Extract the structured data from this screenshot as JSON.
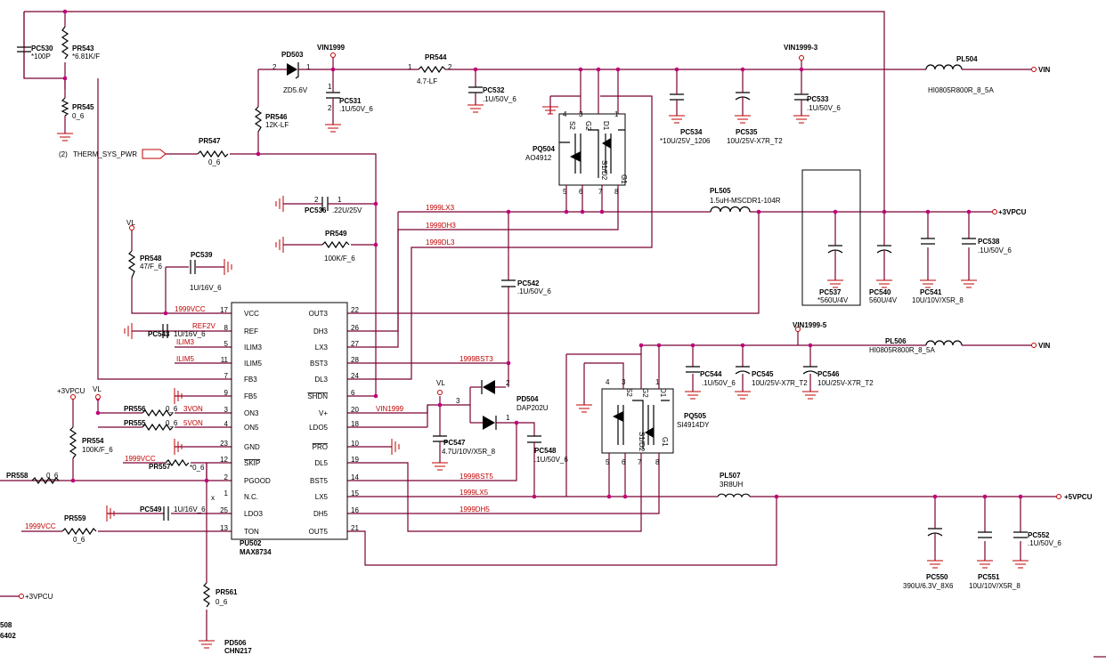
{
  "nets": {
    "vin1999": "VIN1999",
    "vin1999_3": "VIN1999-3",
    "vin1999_5": "VIN1999-5",
    "vin": "VIN",
    "vin_b": "VIN",
    "p3vpcu": "+3VPCU",
    "p3vpcu_left": "+3VPCU",
    "p3vpcu_bottom": "+3VPCU",
    "p5vpcu": "+5VPCU",
    "vl1": "VL",
    "vl2": "VL",
    "vl3": "VL",
    "therm": "THERM_SYS_PWR",
    "therm_ref": "(2)",
    "n_1999vcc": "1999VCC",
    "n_ref2v": "REF2V",
    "n_ilim3": "ILIM3",
    "n_ilim5": "ILIM5",
    "n_3von": "3VON",
    "n_5von": "5VON",
    "n_1999vcc_b": "1999VCC",
    "n_1999vcc_c": "1999VCC",
    "n_1999lx3": "1999LX3",
    "n_1999dh3": "1999DH3",
    "n_1999dl3": "1999DL3",
    "n_1999bst3": "1999BST3",
    "n_vin1999": "VIN1999",
    "n_1999bst5": "1999BST5",
    "n_1999lx5": "1999LX5",
    "n_1999dh5": "1999DH5"
  },
  "components": {
    "pc530": {
      "ref": "PC530",
      "val": "*100P"
    },
    "pr543": {
      "ref": "PR543",
      "val": "*6.81K/F"
    },
    "pr545": {
      "ref": "PR545",
      "val": "0_6"
    },
    "pd503": {
      "ref": "PD503",
      "val": "ZD5.6V"
    },
    "pr546": {
      "ref": "PR546",
      "val": "12K-LF"
    },
    "pc531": {
      "ref": "PC531",
      "val": ".1U/50V_6"
    },
    "pr544": {
      "ref": "PR544",
      "val": "4.7-LF"
    },
    "pc532": {
      "ref": "PC532",
      "val": ".1U/50V_6"
    },
    "pq504": {
      "ref": "PQ504",
      "val": "AO4912"
    },
    "pc534": {
      "ref": "PC534",
      "val": "*10U/25V_1206"
    },
    "pc535": {
      "ref": "PC535",
      "val": "10U/25V-X7R_T2"
    },
    "pc533": {
      "ref": "PC533",
      "val": ".1U/50V_6"
    },
    "pl504": {
      "ref": "PL504",
      "val": "HI0805R800R_8_5A"
    },
    "pr547": {
      "ref": "PR547",
      "val": "0_6"
    },
    "pc536": {
      "ref": "PC536",
      "val": ".22U/25V"
    },
    "pr549": {
      "ref": "PR549",
      "val": "100K/F_6"
    },
    "pl505": {
      "ref": "PL505",
      "val": "1.5uH-MSCDR1-104R"
    },
    "pr548": {
      "ref": "PR548",
      "val": "47/F_6"
    },
    "pc539": {
      "ref": "PC539",
      "val": "1U/16V_6"
    },
    "pc542": {
      "ref": "PC542",
      "val": ".1U/50V_6"
    },
    "pc537": {
      "ref": "PC537",
      "val": "*560U/4V"
    },
    "pc540": {
      "ref": "PC540",
      "val": "560U/4V"
    },
    "pc541": {
      "ref": "PC541",
      "val": "10U/10V/X5R_8"
    },
    "pc538": {
      "ref": "PC538",
      "val": ".1U/50V_6"
    },
    "pc543": {
      "ref": "PC543",
      "val": "1U/16V_6"
    },
    "pl506": {
      "ref": "PL506",
      "val": "HI0805R800R_8_5A"
    },
    "pc544": {
      "ref": "PC544",
      "val": ".1U/50V_6"
    },
    "pc545": {
      "ref": "PC545",
      "val": "10U/25V-X7R_T2"
    },
    "pc546": {
      "ref": "PC546",
      "val": "10U/25V-X7R_T2"
    },
    "pd504": {
      "ref": "PD504",
      "val": "DAP202U"
    },
    "pq505": {
      "ref": "PQ505",
      "val": "SI4914DY"
    },
    "pr556": {
      "ref": "PR556",
      "val": "0_6"
    },
    "pr555": {
      "ref": "PR555",
      "val": "0_6"
    },
    "pr554": {
      "ref": "PR554",
      "val": "100K/F_6"
    },
    "pc547": {
      "ref": "PC547",
      "val": "4.7U/10V/X5R_8"
    },
    "pc548": {
      "ref": "PC548",
      "val": ".1U/50V_6"
    },
    "pr558": {
      "ref": "PR558",
      "val": "0_6"
    },
    "pr557": {
      "ref": "PR557",
      "val": "*0_6"
    },
    "pl507": {
      "ref": "PL507",
      "val": "3R8UH"
    },
    "pc549": {
      "ref": "PC549",
      "val": "1U/16V_6"
    },
    "pr559": {
      "ref": "PR559",
      "val": "0_6"
    },
    "pu502": {
      "ref": "PU502",
      "val": "MAX8734"
    },
    "pr561": {
      "ref": "PR561",
      "val": "0_6"
    },
    "pc550": {
      "ref": "PC550",
      "val": "390U/6.3V_8X6"
    },
    "pc551": {
      "ref": "PC551",
      "val": "10U/10V/X5R_8"
    },
    "pc552": {
      "ref": "PC552",
      "val": ".1U/50V_6"
    },
    "pd506": {
      "ref": "PD506",
      "val": "CHN217"
    }
  },
  "edge_labels": {
    "a": "508",
    "b": "6402"
  },
  "ic_pins_left": [
    {
      "num": "17",
      "name": "VCC"
    },
    {
      "num": "8",
      "name": "REF"
    },
    {
      "num": "5",
      "name": "ILIM3"
    },
    {
      "num": "11",
      "name": "ILIM5"
    },
    {
      "num": "7",
      "name": "FB3"
    },
    {
      "num": "9",
      "name": "FB5"
    },
    {
      "num": "3",
      "name": "ON3"
    },
    {
      "num": "4",
      "name": "ON5"
    },
    {
      "num": "23",
      "name": "GND"
    },
    {
      "num": "12",
      "name": "SKIP"
    },
    {
      "num": "2",
      "name": "PGOOD"
    },
    {
      "num": "1",
      "name": "N.C."
    },
    {
      "num": "25",
      "name": "LDO3"
    },
    {
      "num": "13",
      "name": "TON"
    }
  ],
  "ic_pins_right": [
    {
      "num": "22",
      "name": "OUT3"
    },
    {
      "num": "26",
      "name": "DH3"
    },
    {
      "num": "27",
      "name": "LX3"
    },
    {
      "num": "28",
      "name": "BST3"
    },
    {
      "num": "24",
      "name": "DL3"
    },
    {
      "num": "6",
      "name": "SHDN"
    },
    {
      "num": "20",
      "name": "V+"
    },
    {
      "num": "18",
      "name": "LDO5"
    },
    {
      "num": "10",
      "name": "PRO"
    },
    {
      "num": "19",
      "name": "DL5"
    },
    {
      "num": "14",
      "name": "BST5"
    },
    {
      "num": "15",
      "name": "LX5"
    },
    {
      "num": "16",
      "name": "DH5"
    },
    {
      "num": "21",
      "name": "OUT5"
    }
  ],
  "pins": {
    "pd503_a": "2",
    "pd503_k": "1",
    "pr544_a": "1",
    "pr544_b": "2",
    "pc536_a": "2",
    "pc536_b": "1",
    "pd504_a": "3",
    "pd504_b": "2",
    "pd504_c": "1",
    "c1": "1",
    "c2": "2"
  },
  "mosfet_pins": {
    "q4": [
      "4",
      "3",
      "S2",
      "G2",
      "D1",
      "1",
      "5",
      "6",
      "7",
      "8",
      "S1/D2",
      "G1",
      "D1"
    ],
    "q5": [
      "4",
      "3",
      "S2",
      "G2",
      "D1",
      "1",
      "5",
      "6",
      "7",
      "8",
      "S1/D2",
      "G1",
      "D1"
    ]
  },
  "nc_mark": "x"
}
